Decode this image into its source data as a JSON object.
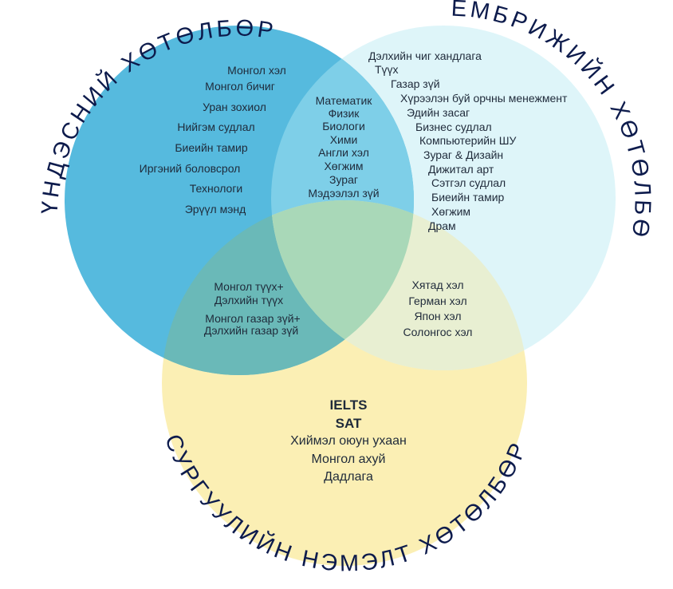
{
  "titles": {
    "national": "ҮНДЭСНИЙ ХӨТӨЛБӨР",
    "cambridge": "КЕМБРИЖИЙН ХӨТӨЛБӨР",
    "school": "СУРГУУЛИЙН НЭМЭЛТ ХӨТӨЛБӨР"
  },
  "colors": {
    "national": "#4db6dc",
    "cambridge": "#d8f3f8",
    "school": "#fbefb4",
    "text": "#1f2a3a",
    "title": "#0d1b4c"
  },
  "national_only": [
    "Монгол хэл",
    "Монгол бичиг",
    "Уран зохиол",
    "Нийгэм судлал",
    "Биеийн тамир",
    "Иргэний боловсрол",
    "Технологи",
    "Эрүүл мэнд"
  ],
  "national_cambridge": [
    "Математик",
    "Физик",
    "Биологи",
    "Хими",
    "Англи хэл",
    "Хөгжим",
    "Зураг",
    "Мэдээлэл зүй"
  ],
  "cambridge_only": [
    "Дэлхийн чиг хандлага",
    "Түүх",
    "Газар зүй",
    "Хүрээлэн буй орчны менежмент",
    "Эдийн засаг",
    "Бизнес судлал",
    "Компьютерийн ШУ",
    "Зураг & Дизайн",
    "Дижитал арт",
    "Сэтгэл судлал",
    "Биеийн тамир",
    "Хөгжим",
    "Драм"
  ],
  "national_school": [
    "Монгол түүх+",
    "Дэлхийн түүх",
    "Монгол газар зүй+",
    "Дэлхийн газар зүй"
  ],
  "cambridge_school": [
    "Хятад хэл",
    "Герман хэл",
    "Япон хэл",
    "Солонгос хэл"
  ],
  "school_only_bold": [
    "IELTS",
    "SAT"
  ],
  "school_only": [
    "Хиймэл оюун ухаан",
    "Монгол ахуй",
    "Дадлага"
  ]
}
